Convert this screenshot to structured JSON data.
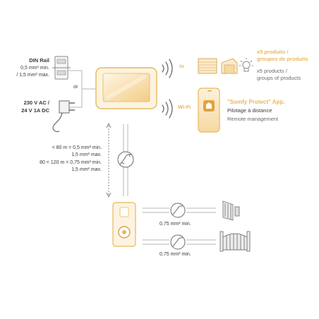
{
  "power": {
    "din_rail": {
      "title": "DIN Rail",
      "line1": "0,5 mm² min.",
      "line2": "/ 1,5 mm² max."
    },
    "or_label": "or",
    "adapter": {
      "line1": "230 V AC /",
      "line2": "24 V 1A DC"
    }
  },
  "wireless": {
    "io_label": "io",
    "wifi_label": "Wi-Fi"
  },
  "products": {
    "fr_line1": "x5 produits /",
    "fr_line2": "groupes de produits",
    "en_line1": "x5 products /",
    "en_line2": "groups of products"
  },
  "app": {
    "name": "\"Somfy Protect\" App.",
    "fr": "Pilotage à distance",
    "en": "Remote management"
  },
  "cable": {
    "line1": "< 80 m = 0,5 mm² min.",
    "line2": "1,5 mm² max.",
    "line3": "80 < 120 m = 0,75 mm² min.",
    "line4": "1,5 mm² max."
  },
  "outdoor": {
    "gate_wire": "0,75 mm² min.",
    "portal_wire": "0,75 mm² min."
  },
  "colors": {
    "accent": "#e8b85a",
    "cream": "#fbeacb",
    "line": "#bdbdbd",
    "text": "#3a3a3a"
  }
}
